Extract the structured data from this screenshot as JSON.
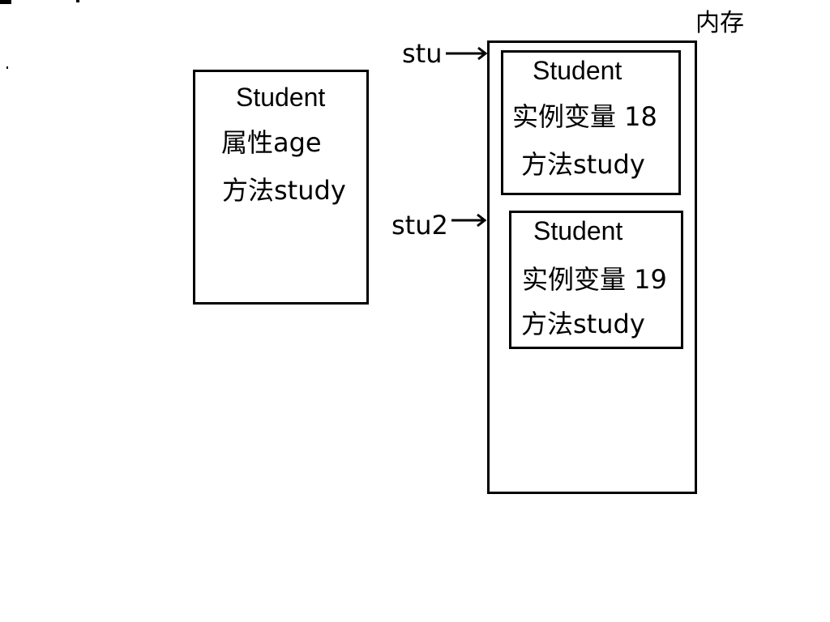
{
  "memory": {
    "label": "内存"
  },
  "class_box": {
    "title": "Student",
    "attribute": "属性age",
    "method": "方法study"
  },
  "references": [
    {
      "label": "stu"
    },
    {
      "label": "stu2"
    }
  ],
  "instances": [
    {
      "title": "Student",
      "variable": "实例变量 18",
      "method": "方法study"
    },
    {
      "title": "Student",
      "variable": "实例变量 19",
      "method": "方法study"
    }
  ],
  "colors": {
    "line": "#000000",
    "background": "#ffffff"
  }
}
